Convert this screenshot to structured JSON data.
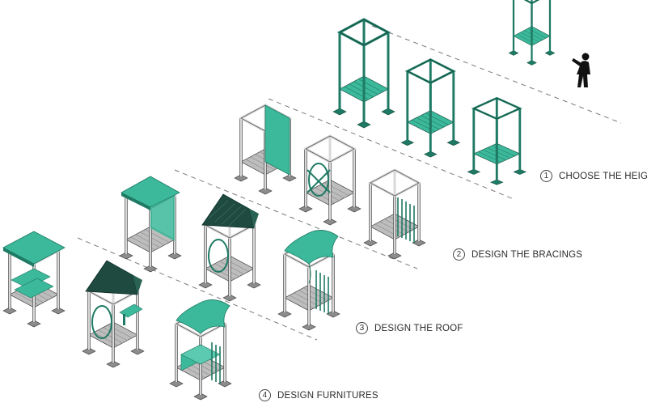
{
  "steps": [
    {
      "number": "1",
      "label": "CHOOSE THE HEIGHT"
    },
    {
      "number": "2",
      "label": "DESIGN THE BRACINGS"
    },
    {
      "number": "3",
      "label": "DESIGN THE ROOF"
    },
    {
      "number": "4",
      "label": "DESIGN FURNITURES"
    }
  ],
  "colors": {
    "accent": "#3cb89a",
    "accent_dark": "#1f6b57",
    "frame_teal": "#1e7a64",
    "frame_gray": "#9a9a9a",
    "deck_gray": "#bdbdbd",
    "outline": "#333333",
    "human": "#111111",
    "divider": "#7a7a7a"
  },
  "icons": [
    "human-figure-icon"
  ]
}
